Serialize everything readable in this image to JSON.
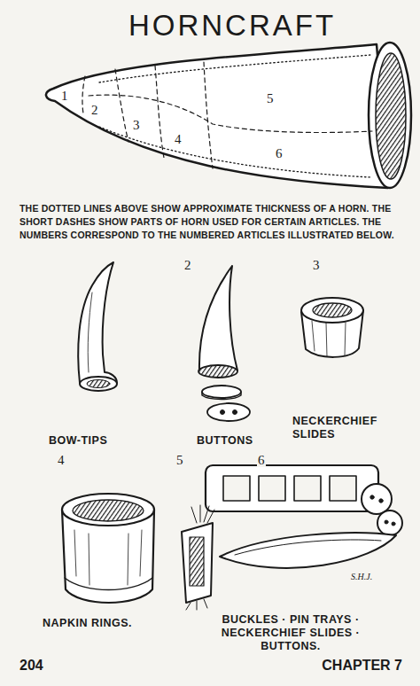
{
  "diagram": {
    "title": "HORNCRAFT",
    "caption": "THE DOTTED LINES ABOVE SHOW APPROXIMATE THICKNESS OF A HORN. THE SHORT DASHES SHOW PARTS OF HORN USED FOR CERTAIN ARTICLES. THE NUMBERS CORRESPOND TO THE NUMBERED ARTICLES ILLUSTRATED BELOW.",
    "labels": [
      "1",
      "2",
      "3",
      "4",
      "5",
      "6",
      "2",
      "3",
      "BOW-TIPS",
      "BUTTONS",
      "NECKERCHIEF SLIDES",
      "4",
      "5",
      "6",
      "NAPKIN RINGS.",
      "BUCKLES · PIN TRAYS · NECKERCHIEF SLIDES · BUTTONS.",
      "S.H.J.",
      "204",
      "CHAPTER 7"
    ]
  }
}
